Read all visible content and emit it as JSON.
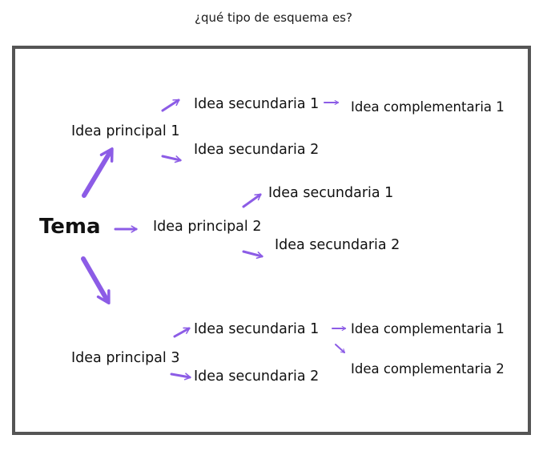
{
  "question": "¿qué tipo de esquema es?",
  "diagram": {
    "topic": "Tema",
    "main_ideas": [
      {
        "label": "Idea principal 1",
        "secondary": [
          {
            "label": "Idea secundaria 1",
            "complementary": [
              "Idea complementaria 1"
            ]
          },
          {
            "label": "Idea secundaria 2",
            "complementary": []
          }
        ]
      },
      {
        "label": "Idea principal 2",
        "secondary": [
          {
            "label": "Idea secundaria 1",
            "complementary": []
          },
          {
            "label": "Idea secundaria 2",
            "complementary": []
          }
        ]
      },
      {
        "label": "Idea principal 3",
        "secondary": [
          {
            "label": "Idea secundaria 1",
            "complementary": [
              "Idea complementaria 1",
              "Idea complementaria 2"
            ]
          },
          {
            "label": "Idea secundaria 2",
            "complementary": []
          }
        ]
      }
    ]
  },
  "colors": {
    "arrow": "#8c5ce6",
    "frame": "#555555",
    "text": "#111111"
  }
}
